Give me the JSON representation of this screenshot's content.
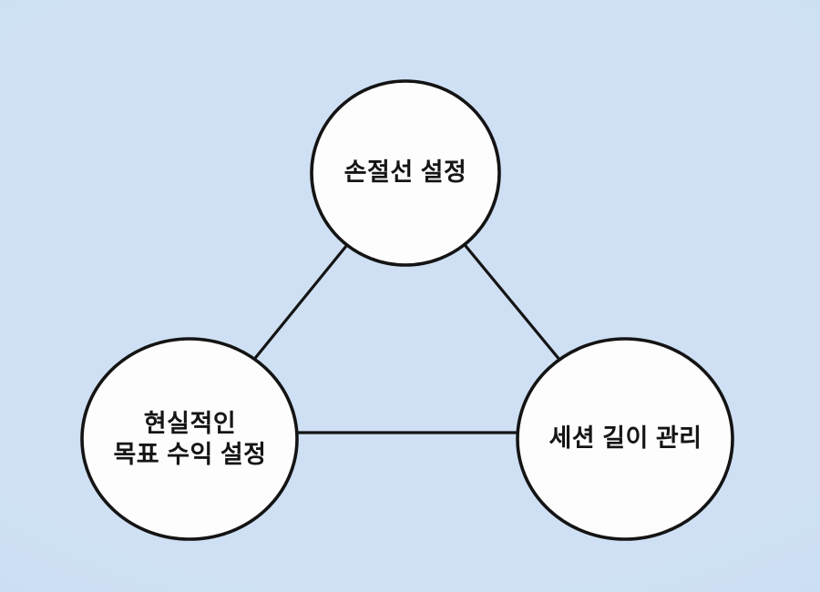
{
  "diagram": {
    "type": "triangle-network",
    "colors": {
      "background": "#cfe0f4",
      "background_edge": "#c6dbf2",
      "node_fill": "#fdfdfd",
      "node_stroke": "#141414",
      "edge_color": "#141414",
      "text_color": "#151515"
    },
    "nodes": [
      {
        "id": "top",
        "label": "손절선 설정"
      },
      {
        "id": "left",
        "label": "현실적인\n목표 수익 설정"
      },
      {
        "id": "right",
        "label": "세션 길이 관리"
      }
    ],
    "edges": [
      {
        "from": "top",
        "to": "left"
      },
      {
        "from": "top",
        "to": "right"
      },
      {
        "from": "left",
        "to": "right"
      }
    ]
  }
}
